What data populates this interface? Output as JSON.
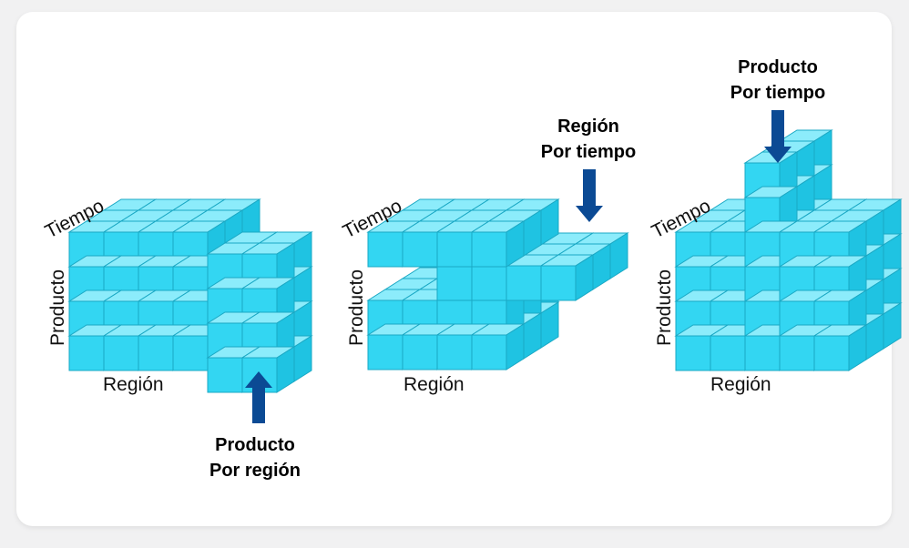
{
  "diagrams": [
    {
      "axis_time": "Tiempo",
      "axis_product": "Producto",
      "axis_region": "Región",
      "callout_line1": "Producto",
      "callout_line2": "Por región",
      "arrow_direction": "up"
    },
    {
      "axis_time": "Tiempo",
      "axis_product": "Producto",
      "axis_region": "Región",
      "callout_line1": "Región",
      "callout_line2": "Por tiempo",
      "arrow_direction": "down"
    },
    {
      "axis_time": "Tiempo",
      "axis_product": "Producto",
      "axis_region": "Región",
      "callout_line1": "Producto",
      "callout_line2": "Por tiempo",
      "arrow_direction": "down"
    }
  ],
  "colors": {
    "cube_front": "#33d6f2",
    "cube_top": "#8cecfb",
    "cube_side": "#1fc3e2",
    "cube_edge": "#1aa8c4",
    "arrow": "#0b4a94"
  }
}
